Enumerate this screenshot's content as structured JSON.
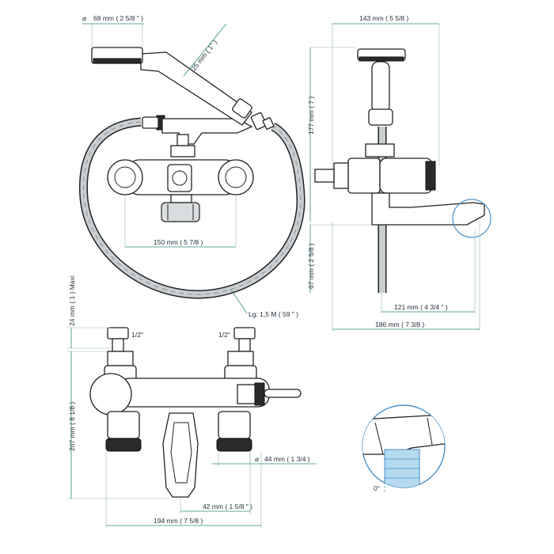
{
  "dimensions": {
    "shower_head_diameter": "68 mm  ( 2 5/8 \" )",
    "handle_diameter": "25 mm  ( 1\" )",
    "width_top_view": "143 mm  ( 5 5/8 )",
    "height_177": "177 mm  ( 7 )",
    "centers_150": "150 mm  ( 5 7/8 )",
    "height_67": "67 mm  ( 2 5/8 )",
    "spout_121": "121 mm  ( 4 3/4 \" )",
    "depth_186": "186 mm  ( 7 3/8 )",
    "hose_length": "Lg: 1,5 M  ( 59 \" )",
    "inlet_24_maxi": "24 mm  ( 1 )  Maxi",
    "inlet_thread_left": "1/2\"",
    "inlet_thread_right": "1/2\"",
    "height_207": "207 mm  ( 8 1/8 )",
    "outlet_diameter_44": "44 mm  ( 1 3/4 )",
    "spout_42": "42 mm  ( 1 5/8 \" )",
    "overall_194": "194 mm  ( 7 5/8 )",
    "detail_angle": "0°"
  },
  "colors": {
    "dimension_line": "#2e8b6f",
    "line_art": "#222222",
    "detail_water": "#b5daf0"
  }
}
